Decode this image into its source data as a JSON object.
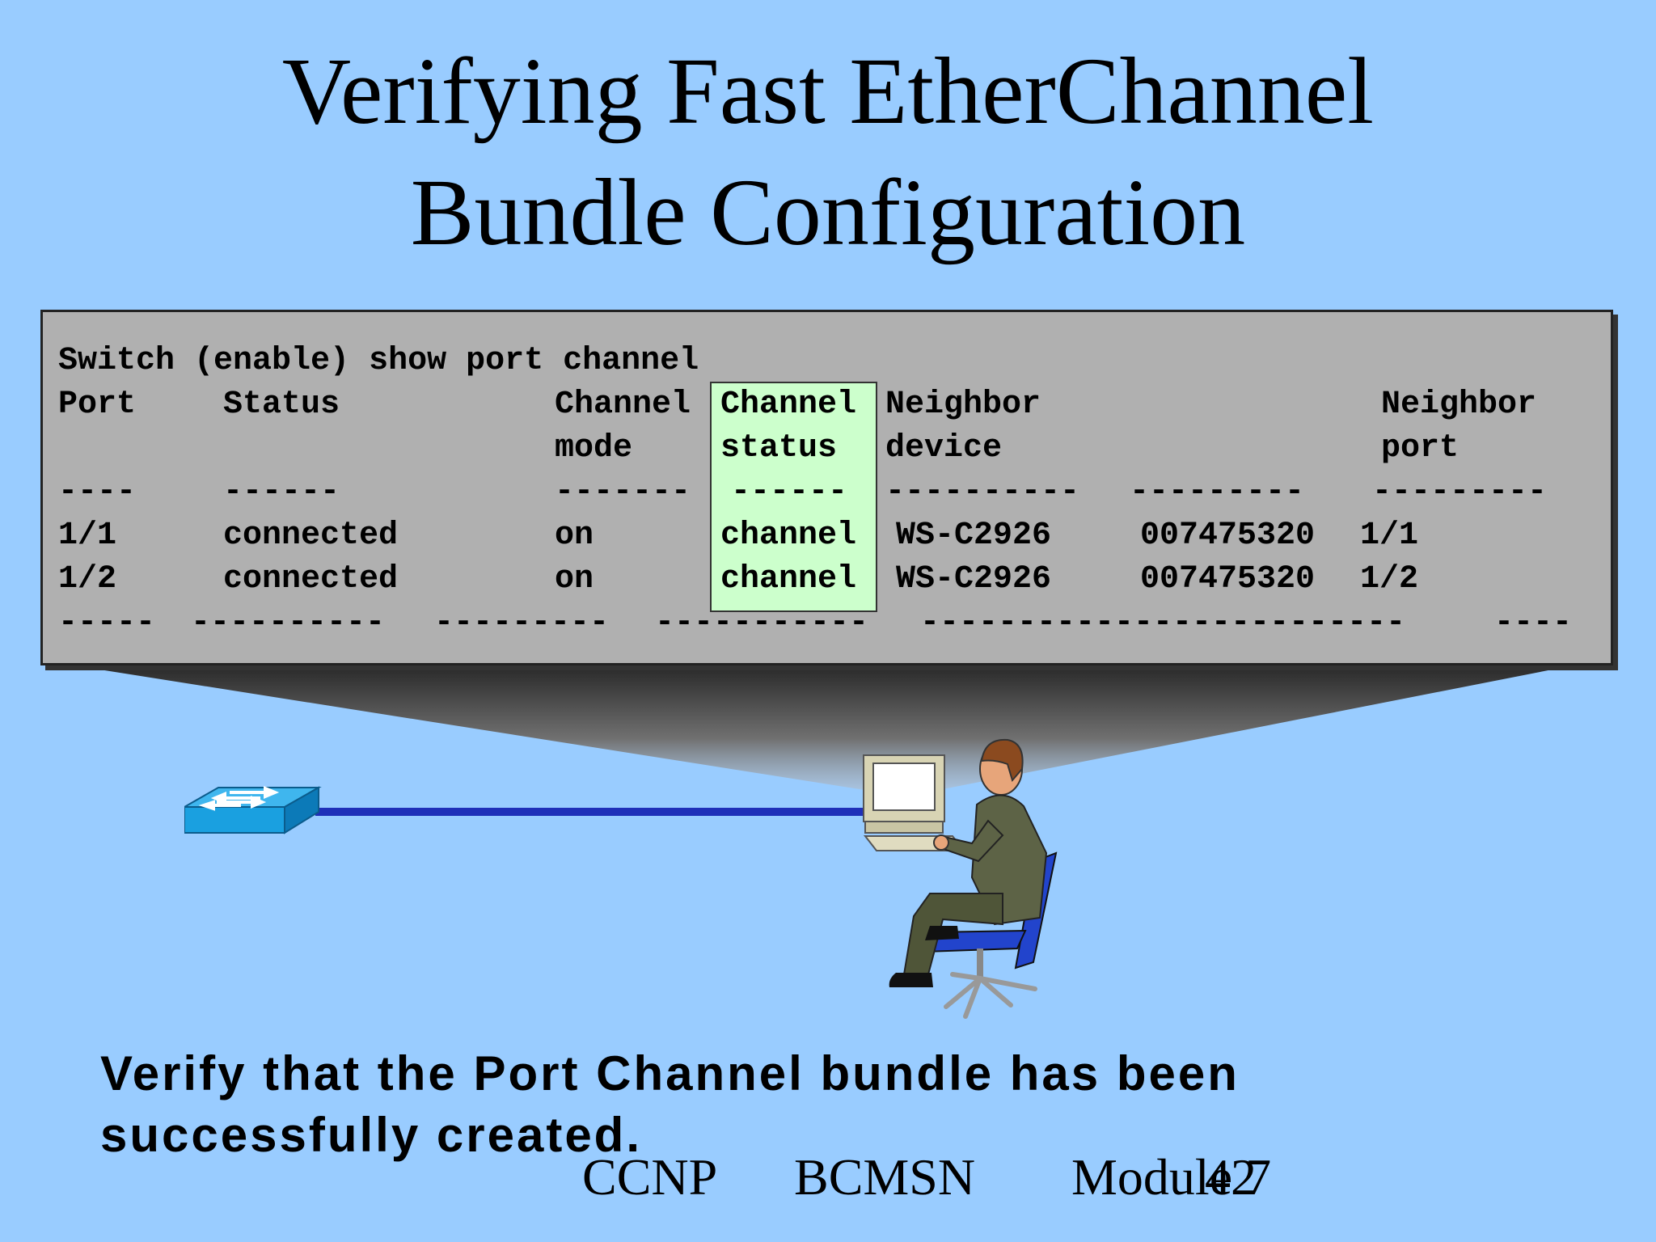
{
  "title": {
    "line1": "Verifying Fast EtherChannel",
    "line2": "Bundle Configuration"
  },
  "terminal": {
    "command": "Switch (enable) show port channel",
    "header1": [
      "Port",
      "Status",
      "Channel",
      "Channel",
      "Neighbor",
      "Neighbor"
    ],
    "header2": [
      "mode",
      "status",
      "device",
      "port"
    ],
    "separator_top": [
      "----",
      "------",
      "-------",
      "------",
      "----------",
      "---------",
      "---------"
    ],
    "rows": [
      {
        "port": "1/1",
        "status": "connected",
        "mode": "on",
        "channel_status": "channel",
        "device": "WS-C2926",
        "serial": "007475320",
        "neighbor_port": "1/1"
      },
      {
        "port": "1/2",
        "status": "connected",
        "mode": "on",
        "channel_status": "channel",
        "device": "WS-C2926",
        "serial": "007475320",
        "neighbor_port": "1/2"
      }
    ],
    "separator_bottom": [
      "-----",
      "----------",
      "---------",
      "-----------",
      "-------------------------",
      "----"
    ]
  },
  "caption": {
    "line1": "Verify that the Port Channel bundle has been",
    "line2": "successfully created."
  },
  "footer": {
    "ccnp": "CCNP",
    "course": "BCMSN",
    "module": "Module 7",
    "page": "42"
  },
  "colors": {
    "background": "#99ccff",
    "terminal": "#b0b0b0",
    "highlight": "#ccffcc",
    "link": "#1f2fb8",
    "switch": "#1aa0e0"
  },
  "icons": [
    "switch-icon",
    "workstation-icon",
    "person-icon",
    "chair-icon"
  ]
}
